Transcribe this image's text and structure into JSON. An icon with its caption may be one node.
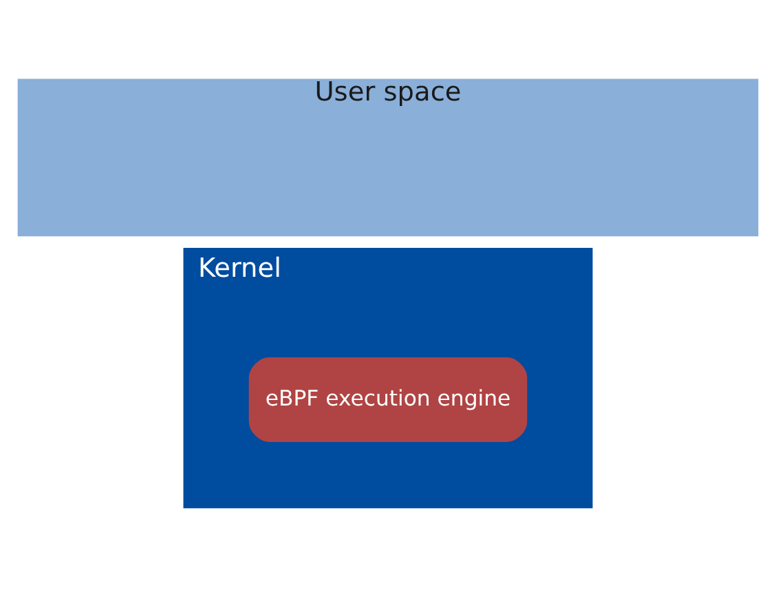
{
  "diagram": {
    "nodes": [
      {
        "text": [
          "User space"
        ]
      },
      {
        "text": [
          "Kernel"
        ]
      },
      {
        "text": [
          "eBPF execution engine"
        ],
        "in": 1
      }
    ]
  }
}
